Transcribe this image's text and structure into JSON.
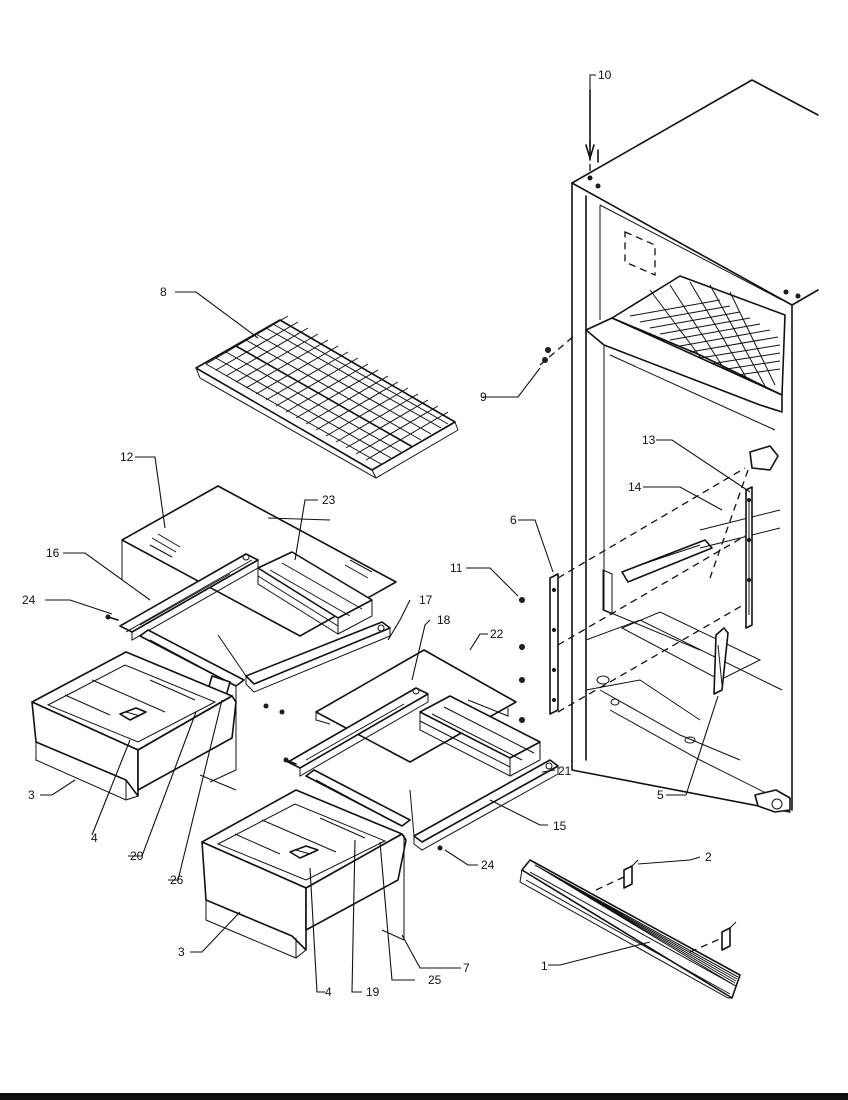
{
  "labels": {
    "l1": "1",
    "l2": "2",
    "l3a": "3",
    "l3b": "3",
    "l4a": "4",
    "l4b": "4",
    "l5": "5",
    "l6": "6",
    "l7": "7",
    "l8": "8",
    "l9": "9",
    "l10": "10",
    "l11": "11",
    "l12": "12",
    "l13": "13",
    "l14": "14",
    "l15": "15",
    "l16": "16",
    "l17": "17",
    "l18": "18",
    "l19": "19",
    "l20": "20",
    "l21": "21",
    "l22": "22",
    "l23": "23",
    "l24a": "24",
    "l24b": "24",
    "l25": "25",
    "l26": "26"
  }
}
